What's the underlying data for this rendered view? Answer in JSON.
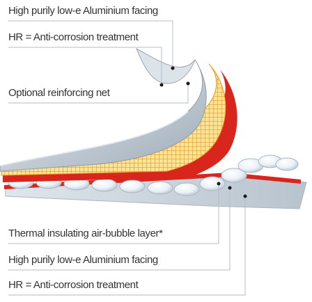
{
  "labels": {
    "top": [
      "High purily low-e Aluminium facing",
      "HR = Anti-corrosion treatment",
      "Optional reinforcing net"
    ],
    "bottom": [
      "Thermal insulating air-bubble layer*",
      "High purily low-e Aluminium facing",
      "HR = Anti-corrosion treatment"
    ]
  },
  "colors": {
    "aluminium_facing": "#c9d3dc",
    "anti_corrosion_red": "#d9261c",
    "reinforcing_net": "#f2b832",
    "air_bubble": "#eaf1f7",
    "leader_line": "#b5bcc4",
    "marker_dot": "#1a1a1a"
  }
}
